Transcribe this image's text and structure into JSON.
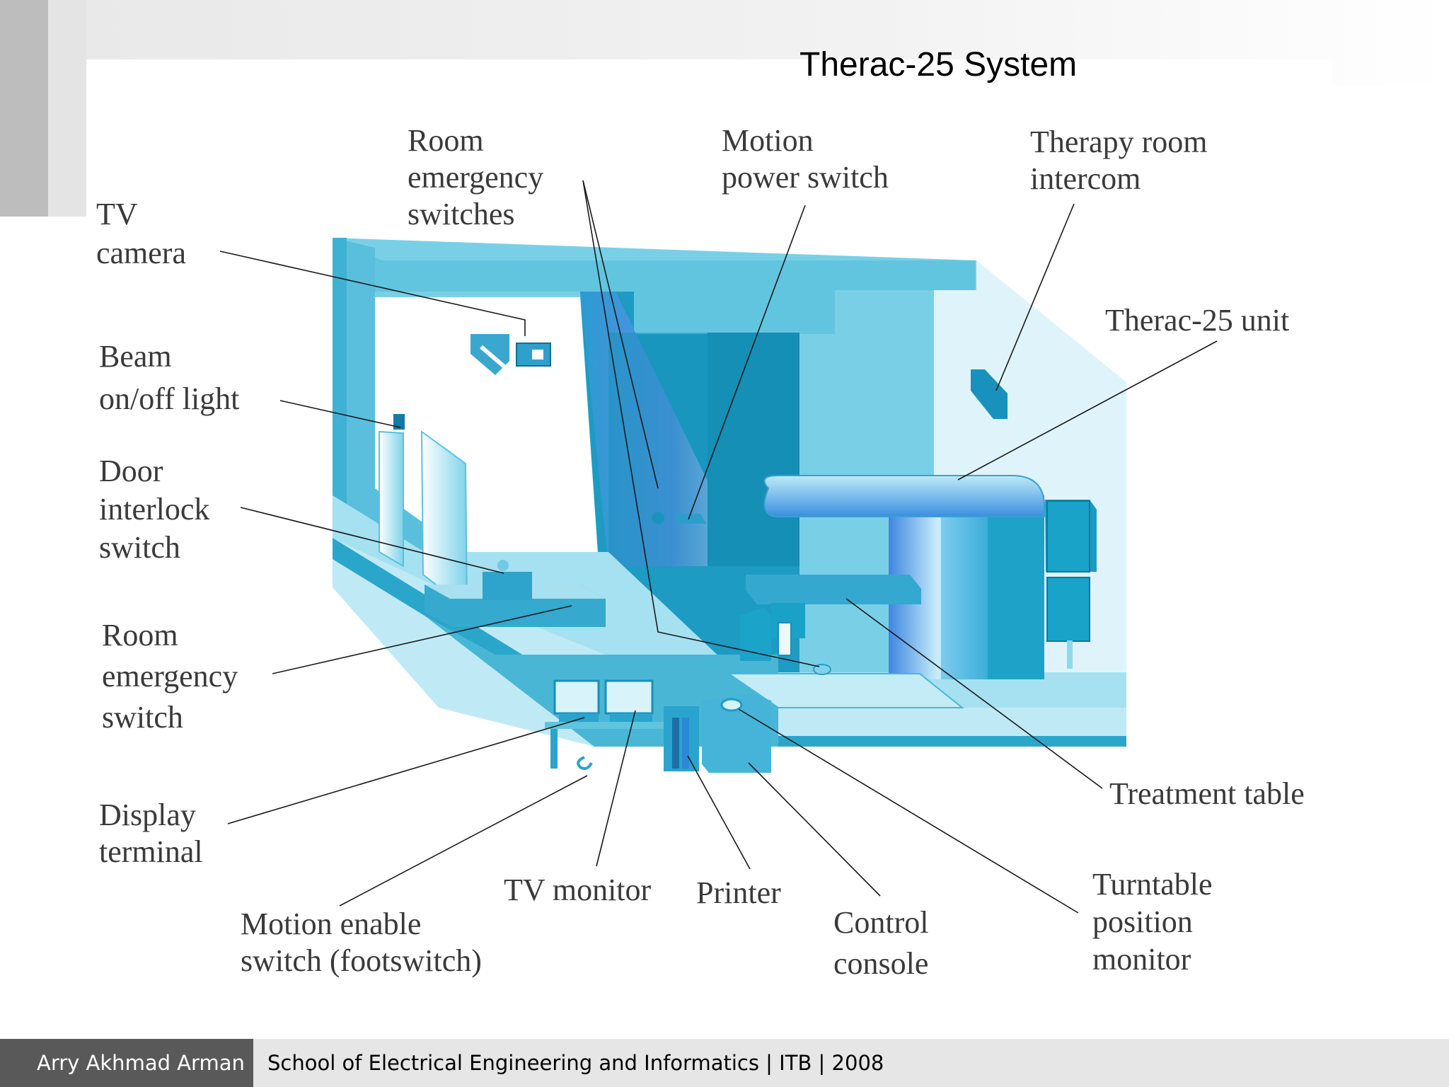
{
  "slide": {
    "title": "Therac-25 System"
  },
  "labels": {
    "tv_camera": [
      "TV",
      "camera"
    ],
    "room_emergency_switches": [
      "Room",
      "emergency",
      "switches"
    ],
    "motion_power_switch": [
      "Motion",
      "power switch"
    ],
    "therapy_room_intercom": [
      "Therapy room",
      "intercom"
    ],
    "therac25_unit": [
      "Therac-25 unit"
    ],
    "beam_light": [
      "Beam",
      "on/off light"
    ],
    "door_interlock": [
      "Door",
      "interlock",
      "switch"
    ],
    "room_emergency_switch": [
      "Room",
      "emergency",
      "switch"
    ],
    "display_terminal": [
      "Display",
      "terminal"
    ],
    "motion_enable": [
      "Motion enable",
      "switch (footswitch)"
    ],
    "tv_monitor": [
      "TV monitor"
    ],
    "printer": [
      "Printer"
    ],
    "control_console": [
      "Control",
      "console"
    ],
    "turntable_monitor": [
      "Turntable",
      "position",
      "monitor"
    ],
    "treatment_table": [
      "Treatment table"
    ]
  },
  "footer": {
    "author": "Arry Akhmad Arman",
    "institution": "School of Electrical Engineering and Informatics | ITB | 2008"
  },
  "colors": {
    "room_wall": "#6ccbe3",
    "room_dark": "#1696b8",
    "room_light": "#c9eef7",
    "accent_blue": "#3c7be0"
  }
}
